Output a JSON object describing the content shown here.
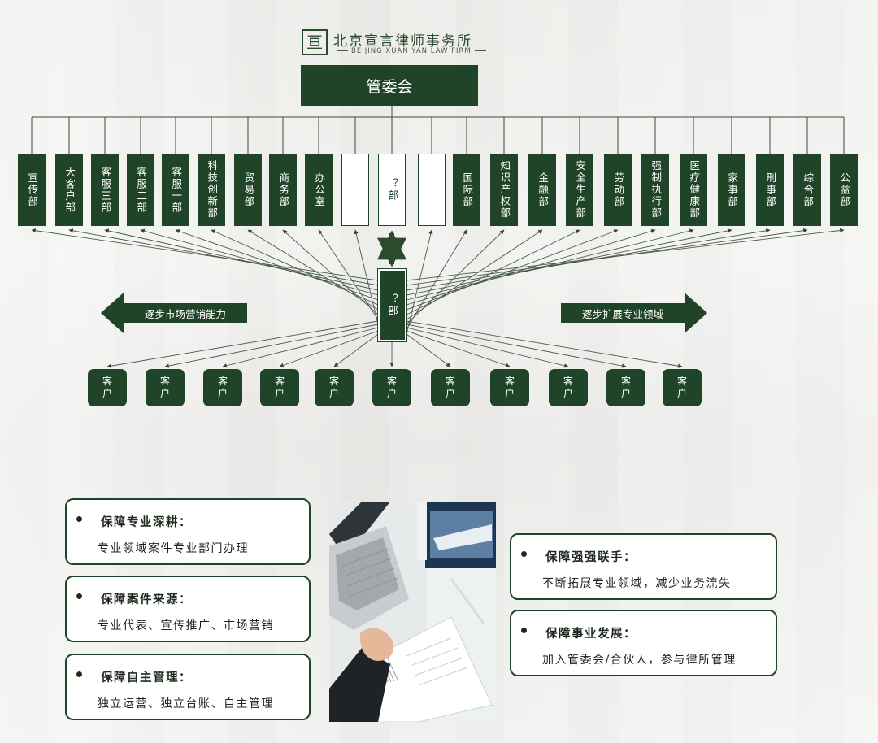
{
  "logo": {
    "mark": "亘",
    "name_cn": "北京宣言律师事务所",
    "name_en": "BEIJING XUAN YAN LAW FIRM"
  },
  "top": {
    "label": "管委会"
  },
  "departments": [
    {
      "label": "宣传部",
      "empty": false
    },
    {
      "label": "大客户部",
      "empty": false
    },
    {
      "label": "客服三部",
      "empty": false
    },
    {
      "label": "客服二部",
      "empty": false
    },
    {
      "label": "客服一部",
      "empty": false
    },
    {
      "label": "科技创新部",
      "empty": false
    },
    {
      "label": "贸易部",
      "empty": false
    },
    {
      "label": "商务部",
      "empty": false
    },
    {
      "label": "办公室",
      "empty": false
    },
    {
      "label": "",
      "empty": true
    },
    {
      "label": "？部",
      "empty": true
    },
    {
      "label": "",
      "empty": true
    },
    {
      "label": "国际部",
      "empty": false
    },
    {
      "label": "知识产权部",
      "empty": false
    },
    {
      "label": "金融部",
      "empty": false
    },
    {
      "label": "安全生产部",
      "empty": false
    },
    {
      "label": "劳动部",
      "empty": false
    },
    {
      "label": "强制执行部",
      "empty": false
    },
    {
      "label": "医疗健康部",
      "empty": false
    },
    {
      "label": "家事部",
      "empty": false
    },
    {
      "label": "刑事部",
      "empty": false
    },
    {
      "label": "综合部",
      "empty": false
    },
    {
      "label": "公益部",
      "empty": false
    }
  ],
  "center": {
    "label": "？部"
  },
  "arrows": {
    "left": "逐步市场营销能力",
    "right": "逐步扩展专业领域"
  },
  "customers": [
    "客户",
    "客户",
    "客户",
    "客户",
    "客户",
    "客户",
    "客户",
    "客户",
    "客户",
    "客户",
    "客户"
  ],
  "colors": {
    "accent": "#1f4427",
    "background": "#ececea"
  },
  "cards": {
    "c1": {
      "title": "保障专业深耕：",
      "desc": "专业领域案件专业部门办理"
    },
    "c2": {
      "title": "保障案件来源：",
      "desc": "专业代表、宣传推广、市场营销"
    },
    "c3": {
      "title": "保障自主管理：",
      "desc": "独立运营、独立台账、自主管理"
    },
    "c4": {
      "title": "保障强强联手：",
      "desc": "不断拓展专业领域，减少业务流失"
    },
    "c5": {
      "title": "保障事业发展：",
      "desc": "加入管委会/合伙人，参与律所管理"
    }
  }
}
